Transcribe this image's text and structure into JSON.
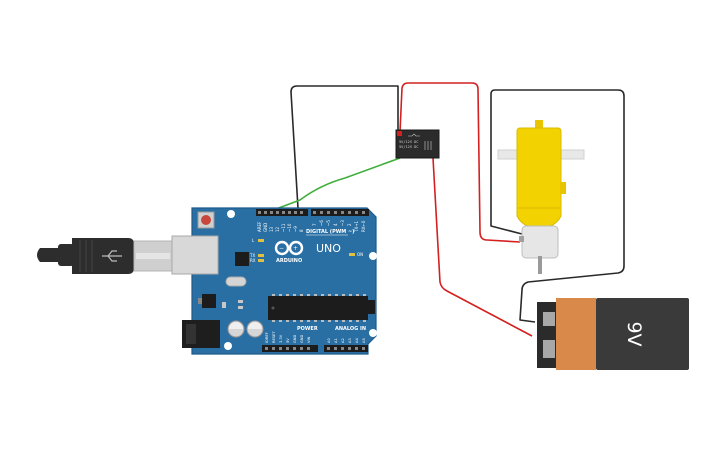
{
  "arduino": {
    "brand_text": "ARDUINO",
    "model_text": "UNO",
    "digital_header": "DIGITAL (PWM ~)",
    "analog_header": "ANALOG IN",
    "power_header": "POWER",
    "on_text": "ON",
    "l_text": "L",
    "tx_text": "TX",
    "rx_text": "RX",
    "reset_text": "RESET",
    "top_pins": [
      "AREF",
      "GND",
      "13",
      "12",
      "~11",
      "~10",
      "~9",
      "8",
      "7",
      "~6",
      "~5",
      "4",
      "~3",
      "2",
      "TX→1",
      "RX←0"
    ],
    "power_pins": [
      "IOREF",
      "RESET",
      "3.3V",
      "5V",
      "GND",
      "GND",
      "VIN"
    ],
    "analog_pins": [
      "A0",
      "A1",
      "A2",
      "A3",
      "A4",
      "A5"
    ],
    "colors": {
      "board": "#2a6fa3",
      "board_edge": "#1f5a88"
    }
  },
  "relay": {
    "line1": "5V/12V DC",
    "line2": "5V/12V DC",
    "color": "#2b2b2b"
  },
  "battery": {
    "label": "9V",
    "colors": {
      "body": "#3a3a3a",
      "label_band": "#d98a4a"
    }
  },
  "motor": {
    "colors": {
      "gearbox": "#f2d200",
      "shaft": "#e8e8e8"
    }
  },
  "wires": {
    "colors": {
      "black": "#2a2a2a",
      "red": "#d42020",
      "green": "#3fae3a"
    }
  },
  "usb": {
    "colors": {
      "plug": "#2d2d2d",
      "metal": "#cfcfcf"
    }
  }
}
